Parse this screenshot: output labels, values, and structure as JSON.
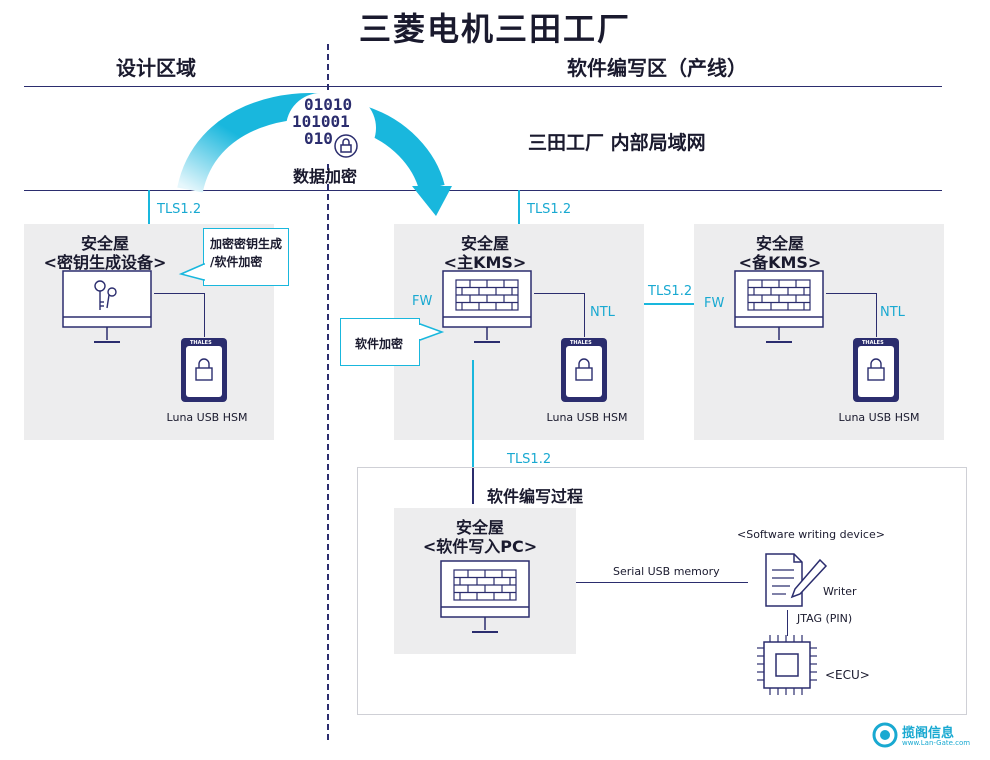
{
  "title": "三菱电机三田工厂",
  "zones": {
    "design": "设计区域",
    "production": "软件编写区（产线）"
  },
  "lan_label": "三田工厂 内部局域网",
  "encryption": {
    "bits": [
      "01010",
      "101001",
      "010"
    ],
    "label": "数据加密"
  },
  "tls_labels": [
    "TLS1.2",
    "TLS1.2",
    "TLS1.2",
    "TLS1.2"
  ],
  "boxes": {
    "keygen": {
      "title": "安全屋",
      "subtitle": "<密钥生成设备>",
      "hsm": "Luna USB HSM",
      "callout_line1": "加密密钥生成",
      "callout_line2": "/软件加密"
    },
    "main_kms": {
      "title": "安全屋",
      "subtitle": "<主KMS>",
      "fw": "FW",
      "ntl": "NTL",
      "hsm": "Luna USB HSM",
      "callout": "软件加密"
    },
    "backup_kms": {
      "title": "安全屋",
      "subtitle": "<备KMS>",
      "fw": "FW",
      "ntl": "NTL",
      "hsm": "Luna USB HSM"
    },
    "writing_process": {
      "heading": "软件编写过程",
      "pc_title": "安全屋",
      "pc_subtitle": "<软件写入PC>",
      "serial": "Serial USB memory",
      "device": "<Software writing device>",
      "writer": "Writer",
      "jtag": "JTAG (PIN)",
      "ecu": "<ECU>"
    }
  },
  "hsm_brand": "THALES",
  "watermark": {
    "name": "揽阁信息",
    "url": "www.Lan-Gate.com"
  },
  "colors": {
    "navy": "#2b2d6e",
    "cyan": "#19b7dd",
    "gray": "#ededee"
  }
}
